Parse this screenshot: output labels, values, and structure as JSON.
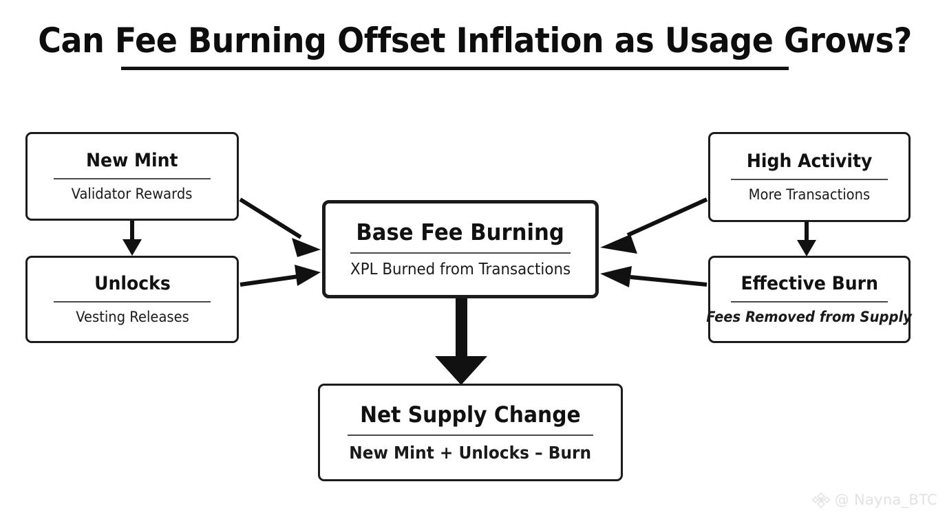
{
  "title": {
    "text": "Can Fee Burning Offset Inflation as Usage Grows?"
  },
  "nodes": {
    "new_mint": {
      "title": "New Mint",
      "subtitle": "Validator Rewards"
    },
    "unlocks": {
      "title": "Unlocks",
      "subtitle": "Vesting Releases"
    },
    "base_fee": {
      "title": "Base Fee Burning",
      "subtitle": "XPL Burned from Transactions"
    },
    "high_activity": {
      "title": "High Activity",
      "subtitle": "More Transactions"
    },
    "effective_burn": {
      "title": "Effective Burn",
      "subtitle": "Fees Removed from Supply"
    },
    "net_supply": {
      "title": "Net Supply Change",
      "subtitle": "New Mint + Unlocks – Burn"
    }
  },
  "edges": [
    {
      "id": "new-mint-to-unlocks",
      "from": "new_mint",
      "to": "unlocks",
      "style": "thin-vertical"
    },
    {
      "id": "new-mint-to-base-fee",
      "from": "new_mint",
      "to": "base_fee",
      "style": "thin-diagonal"
    },
    {
      "id": "unlocks-to-base-fee",
      "from": "unlocks",
      "to": "base_fee",
      "style": "thin-diagonal"
    },
    {
      "id": "high-activity-to-effective-burn",
      "from": "high_activity",
      "to": "effective_burn",
      "style": "thin-vertical"
    },
    {
      "id": "high-activity-to-base-fee",
      "from": "high_activity",
      "to": "base_fee",
      "style": "thin-diagonal"
    },
    {
      "id": "effective-burn-to-base-fee",
      "from": "effective_burn",
      "to": "base_fee",
      "style": "thin-diagonal"
    },
    {
      "id": "base-fee-to-net-supply",
      "from": "base_fee",
      "to": "net_supply",
      "style": "thick-vertical"
    }
  ],
  "watermark": {
    "handle": "@ Nayna_BTC"
  },
  "colors": {
    "background": "#ffffff",
    "ink": "#111111",
    "divider": "#4a4a4a",
    "watermark": "#e2e2e2"
  }
}
